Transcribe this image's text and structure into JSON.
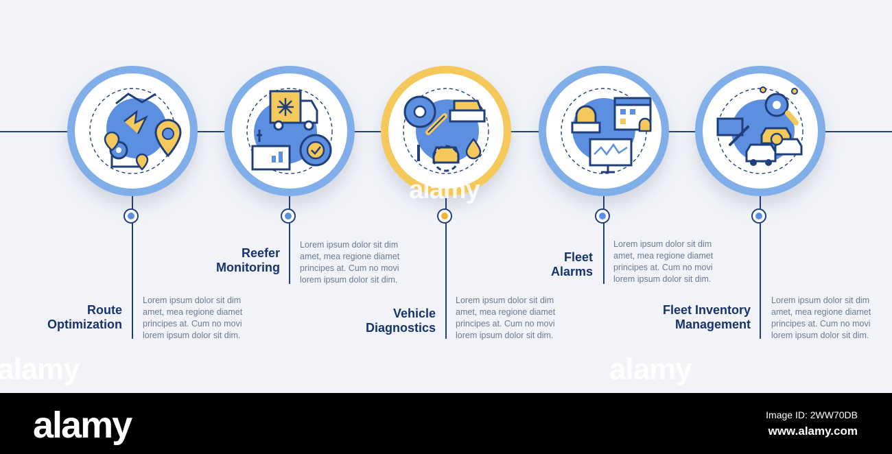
{
  "steps": [
    {
      "title": [
        "Route",
        "Optimization"
      ],
      "body": [
        "Lorem ipsum dolor sit dim",
        "amet, mea regione diamet",
        "principes at. Cum no movi",
        "lorem ipsum dolor sit dim."
      ],
      "icon": "route-map-icon"
    },
    {
      "title": [
        "Reefer",
        "Monitoring"
      ],
      "body": [
        "Lorem ipsum dolor sit dim",
        "amet, mea regione diamet",
        "principes at. Cum no movi",
        "lorem ipsum dolor sit dim."
      ],
      "icon": "refrigerated-truck-icon"
    },
    {
      "title": [
        "Vehicle",
        "Diagnostics"
      ],
      "body": [
        "Lorem ipsum dolor sit dim",
        "amet, mea regione diamet",
        "principes at. Cum no movi",
        "lorem ipsum dolor sit dim."
      ],
      "icon": "car-repair-icon"
    },
    {
      "title": [
        "Fleet",
        "Alarms"
      ],
      "body": [
        "Lorem ipsum dolor sit dim",
        "amet, mea regione diamet",
        "principes at. Cum no movi",
        "lorem ipsum dolor sit dim."
      ],
      "icon": "alarm-calendar-icon"
    },
    {
      "title": [
        "Fleet Inventory",
        "Management"
      ],
      "body": [
        "Lorem ipsum dolor sit dim",
        "amet, mea regione diamet",
        "principes at. Cum no movi",
        "lorem ipsum dolor sit dim."
      ],
      "icon": "fleet-cars-icon"
    }
  ],
  "watermark": "alamy",
  "footer": {
    "logo": "alamy",
    "image_id": "Image ID: 2WW70DB",
    "site": "www.alamy.com"
  },
  "colors": {
    "primary": "#1f3f7a",
    "ring_blue": "#80aee8",
    "ring_yellow": "#f5c85b",
    "accent_blue": "#5c8fe0",
    "accent_yellow": "#f2b437",
    "text_body": "#6b7a94"
  }
}
